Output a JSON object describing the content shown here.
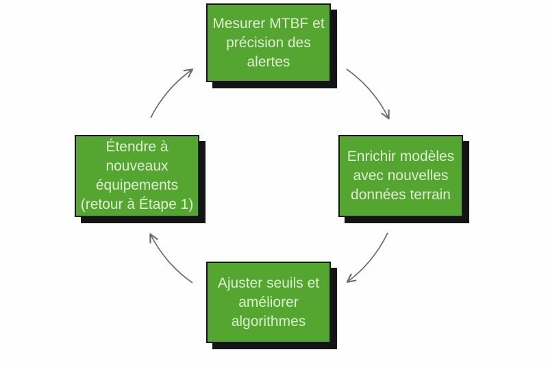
{
  "diagram": {
    "kind": "cycle-diagram",
    "nodes": [
      {
        "id": "top",
        "label": "Mesurer MTBF et\nprécision des\nalertes"
      },
      {
        "id": "right",
        "label": "Enrichir modèles\navec nouvelles\ndonnées terrain"
      },
      {
        "id": "bottom",
        "label": "Ajuster seuils et\naméliorer\nalgorithmes"
      },
      {
        "id": "left",
        "label": "Étendre à\nnouveaux\néquipements\n(retour à Étape 1)"
      }
    ],
    "arrows": [
      {
        "from": "top",
        "to": "right",
        "direction": "clockwise"
      },
      {
        "from": "right",
        "to": "bottom",
        "direction": "clockwise"
      },
      {
        "from": "bottom",
        "to": "left",
        "direction": "clockwise"
      },
      {
        "from": "left",
        "to": "top",
        "direction": "clockwise"
      }
    ],
    "colors": {
      "node_fill": "#55a630",
      "node_border": "#161616",
      "node_shadow": "#141414",
      "node_text": "#dcefd0",
      "arrow": "#6b6b6b",
      "background": "#fefefe"
    }
  }
}
